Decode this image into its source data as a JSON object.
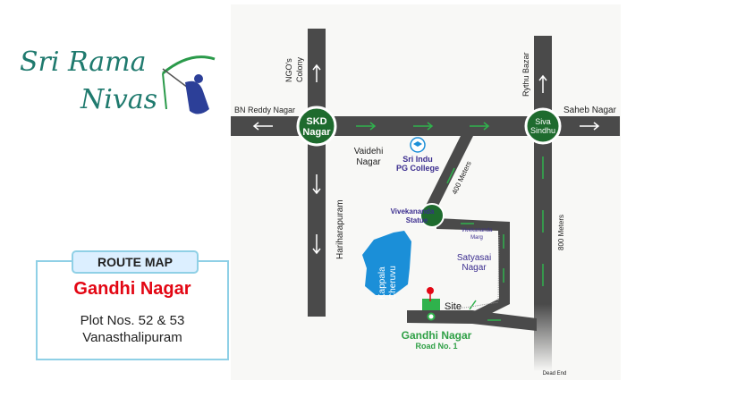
{
  "logo": {
    "line1": "Sri Rama",
    "line2": "Nivas"
  },
  "info": {
    "badge": "ROUTE MAP",
    "title": "Gandhi Nagar",
    "plot": "Plot Nos. 52 & 53",
    "area": "Vanasthalipuram"
  },
  "map": {
    "junctions": {
      "skd1": "SKD",
      "skd2": "Nagar",
      "siva1": "Siva",
      "siva2": "Sindhu",
      "viv1": "Vivekananda",
      "viv2": "Statue"
    },
    "labels": {
      "bn": "BN Reddy Nagar",
      "ngo1": "NGO's",
      "ngo2": "Colony",
      "rythu": "Rythu Bazar",
      "saheb": "Saheb Nagar",
      "vaidehi1": "Vaidehi",
      "vaidehi2": "Nagar",
      "college1": "Sri Indu",
      "college2": "PG College",
      "m400": "400 Meters",
      "m800": "800 Meters",
      "hariharapuram": "Hariharapuram",
      "marg1": "Vivekananda",
      "marg2": "Marg",
      "satya1": "Satyasai",
      "satya2": "Nagar",
      "lake1": "Kappala",
      "lake2": "Cheruvu",
      "site": "Site",
      "road1": "Gandhi Nagar",
      "road2": "Road No. 1",
      "dead": "Dead End"
    },
    "colors": {
      "road": "#4a4a4a",
      "junction": "#1e6b2e",
      "lake": "#1b8fd8",
      "accent": "#e30613"
    }
  }
}
